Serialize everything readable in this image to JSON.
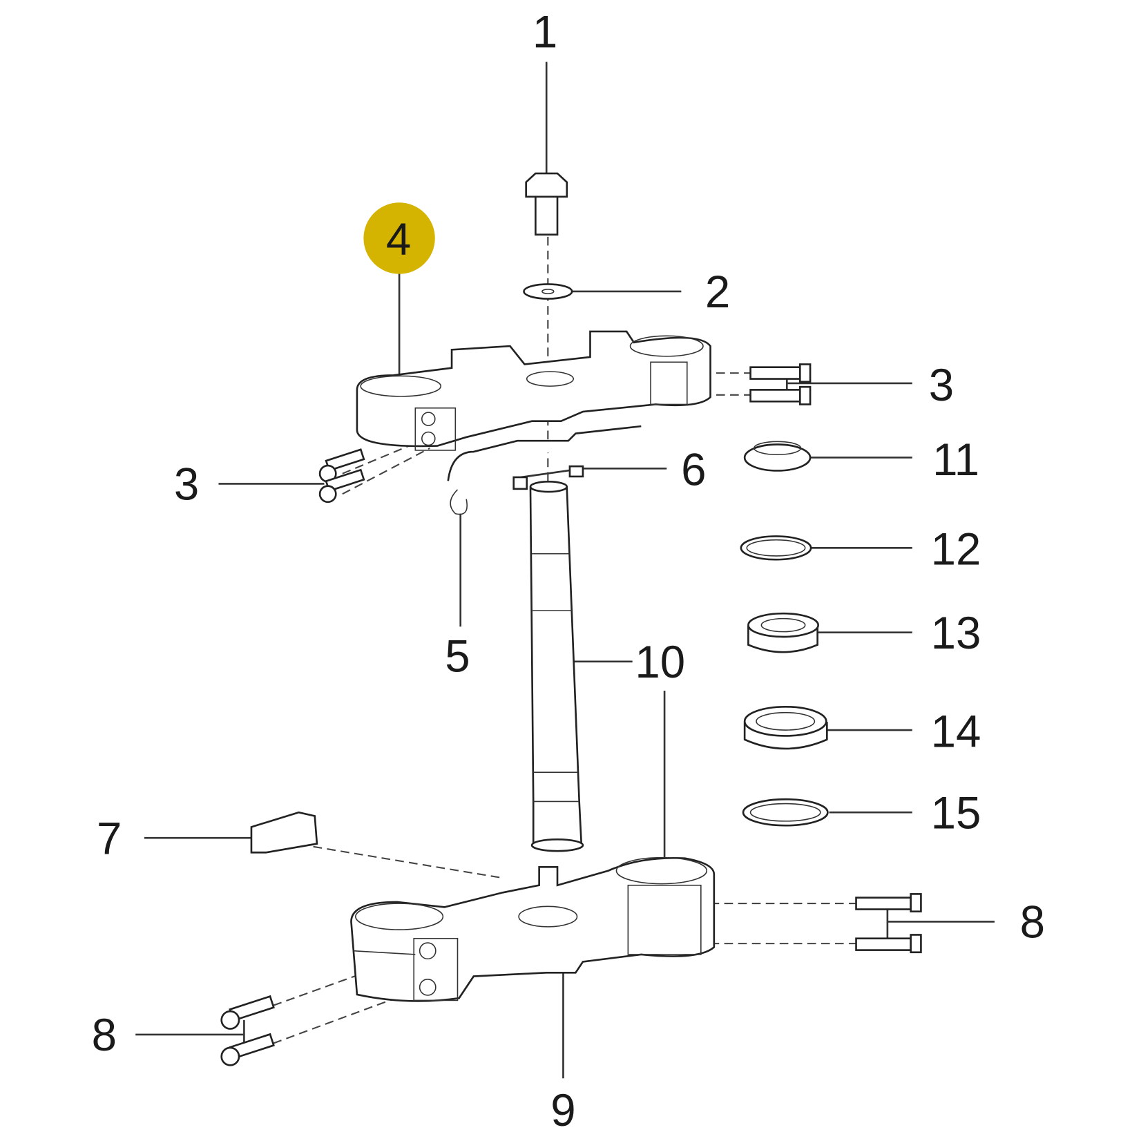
{
  "diagram": {
    "title": "Steering stem / triple clamp exploded view",
    "highlight_color": "#D4B400",
    "highlighted_callout": "4",
    "callouts": [
      {
        "id": "c1",
        "label": "1"
      },
      {
        "id": "c2",
        "label": "2"
      },
      {
        "id": "c3a",
        "label": "3"
      },
      {
        "id": "c3b",
        "label": "3"
      },
      {
        "id": "c4",
        "label": "4"
      },
      {
        "id": "c5",
        "label": "5"
      },
      {
        "id": "c6",
        "label": "6"
      },
      {
        "id": "c7",
        "label": "7"
      },
      {
        "id": "c8a",
        "label": "8"
      },
      {
        "id": "c8b",
        "label": "8"
      },
      {
        "id": "c9",
        "label": "9"
      },
      {
        "id": "c10",
        "label": "10"
      },
      {
        "id": "c11",
        "label": "11"
      },
      {
        "id": "c12",
        "label": "12"
      },
      {
        "id": "c13",
        "label": "13"
      },
      {
        "id": "c14",
        "label": "14"
      },
      {
        "id": "c15",
        "label": "15"
      }
    ]
  }
}
